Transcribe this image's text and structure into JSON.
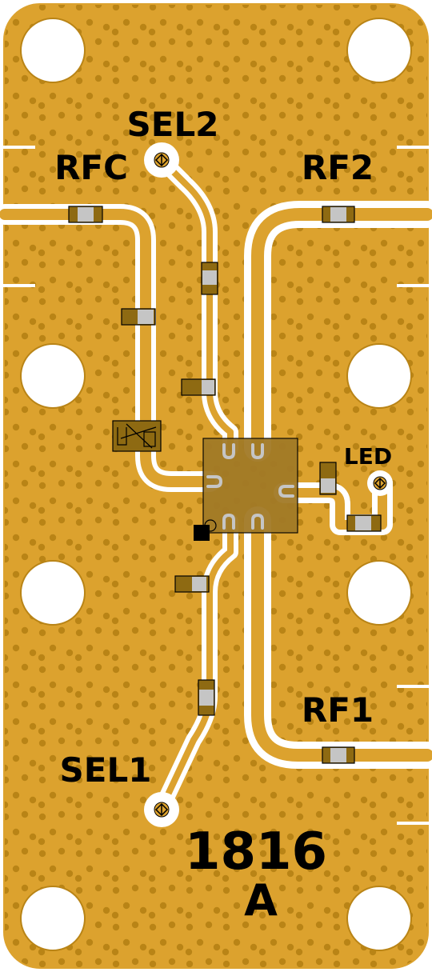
{
  "board": {
    "colors": {
      "gold": "#DCA22E",
      "dots": "#B98416",
      "trace_gap": "#FFFFFF",
      "component": "#8E6A12",
      "component_pad": "#C5C5C5",
      "ic_body": "#A27A26",
      "outline": "#000000"
    },
    "labels": {
      "sel2": "SEL2",
      "rfc": "RFC",
      "rf2": "RF2",
      "led": "LED",
      "rf1": "RF1",
      "sel1": "SEL1",
      "part_number": "1816",
      "revision": "A"
    }
  }
}
